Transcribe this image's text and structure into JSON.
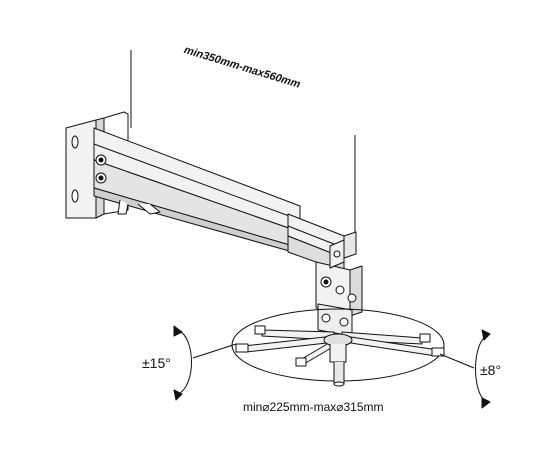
{
  "labels": {
    "extension": "min350mm-max560mm",
    "tilt": "±15°",
    "swivel": "±8°",
    "mount_plate": "min⌀225mm-max⌀315mm"
  },
  "colors": {
    "line": "#111111",
    "metal_fill": "#f2f2f2",
    "shadow": "#cfcfcf",
    "background": "#ffffff"
  },
  "icons": {
    "tilt_arrow": "curved-double-arrow-icon",
    "swivel_arrow": "curved-double-arrow-icon"
  }
}
